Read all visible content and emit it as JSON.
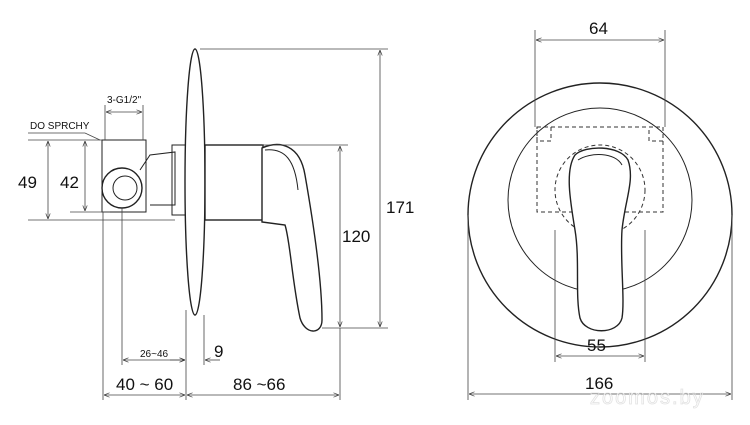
{
  "side_view": {
    "dims": {
      "h49": "49",
      "h42": "42",
      "connection": "3-G1/2\"",
      "outlet_label": "DO SPRCHY",
      "d26_46": "26~46",
      "d9": "9",
      "d40_60": "40 ~ 60",
      "d86_66": "86 ~66",
      "h120": "120",
      "h171": "171"
    }
  },
  "front_view": {
    "dims": {
      "w64": "64",
      "w55": "55",
      "w166": "166"
    }
  },
  "watermark": "zoomos.by"
}
